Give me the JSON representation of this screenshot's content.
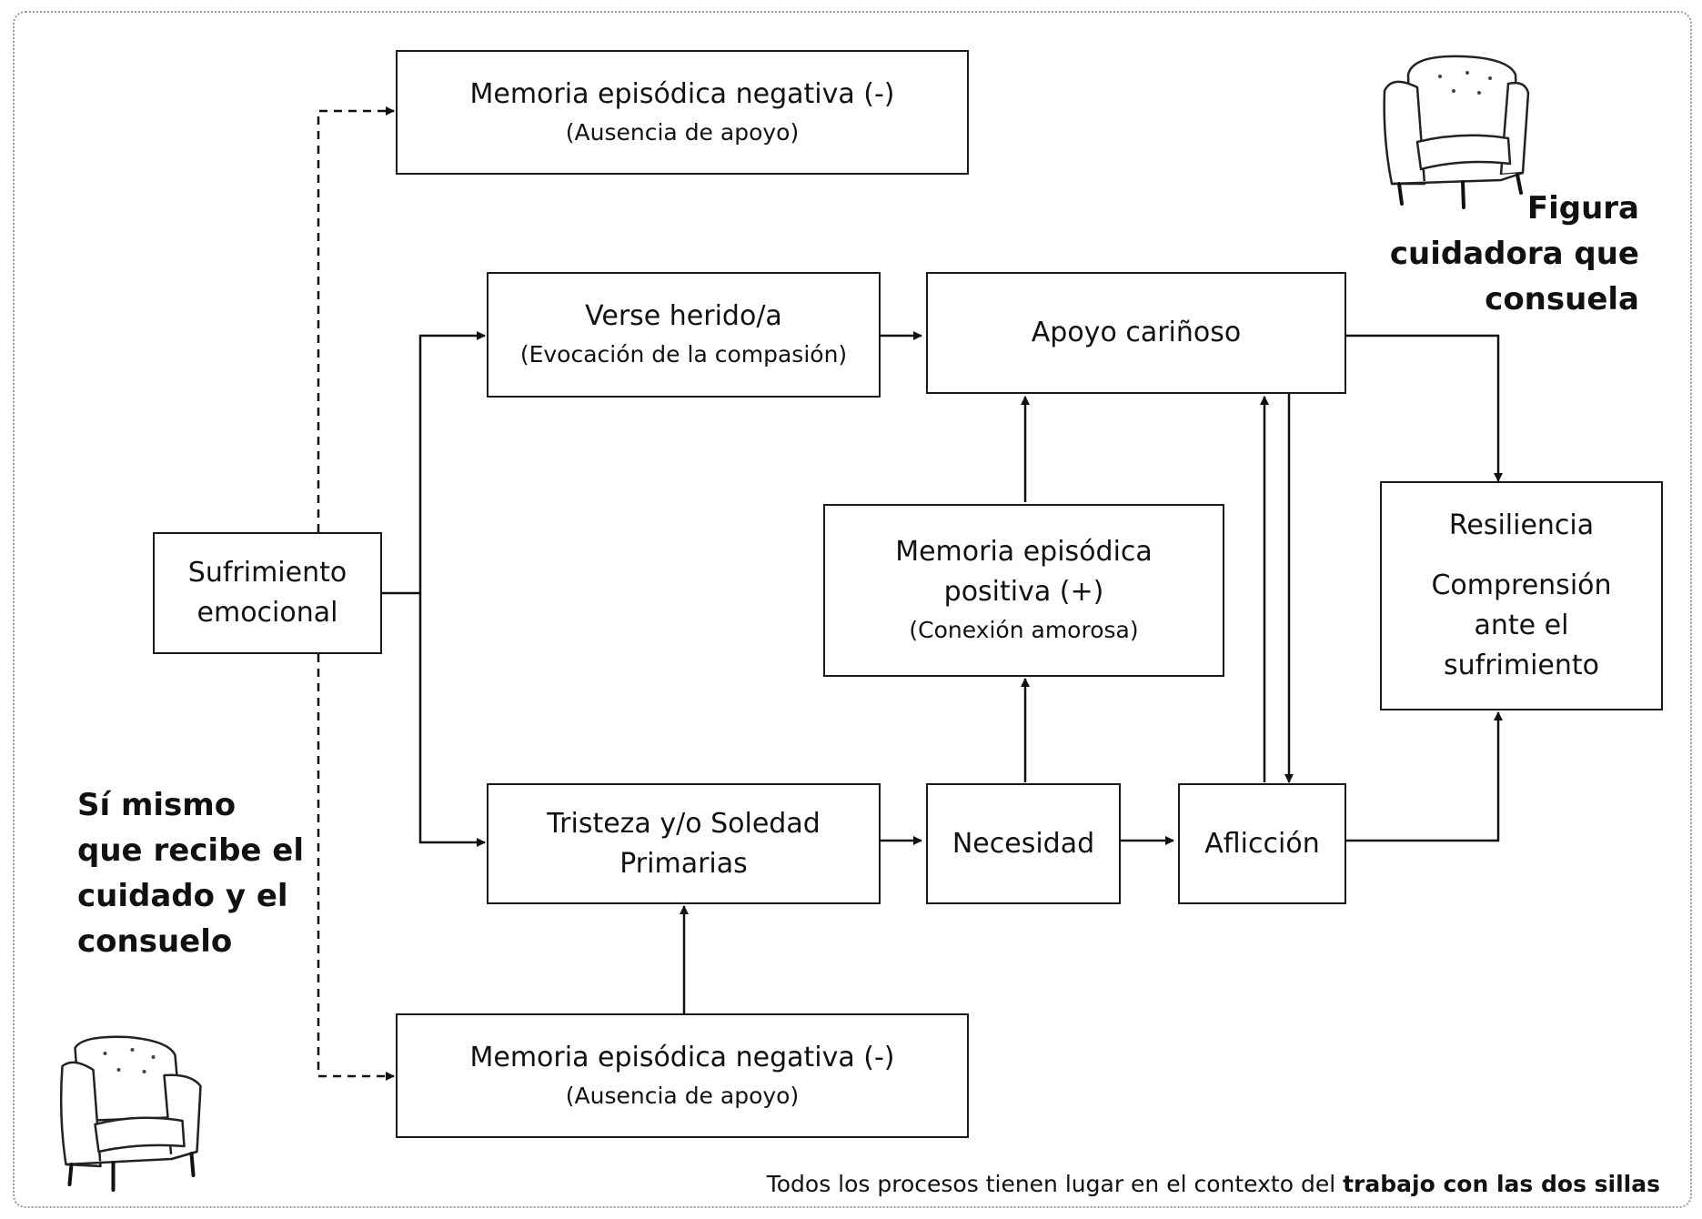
{
  "boxes": {
    "mem_neg_top": {
      "title": "Memoria episódica negativa (-)",
      "subtitle": "(Ausencia de apoyo)"
    },
    "verse": {
      "title": "Verse herido/a",
      "subtitle": "(Evocación de la compasión)"
    },
    "apoyo": {
      "title": "Apoyo cariñoso"
    },
    "sufrimiento": {
      "line1": "Sufrimiento",
      "line2": "emocional"
    },
    "mem_pos": {
      "line1": "Memoria episódica",
      "line2": "positiva (+)",
      "subtitle": "(Conexión amorosa)"
    },
    "resiliencia": {
      "title": "Resiliencia",
      "line1": "Comprensión",
      "line2": "ante el",
      "line3": "sufrimiento"
    },
    "tristeza": {
      "line1": "Tristeza y/o Soledad",
      "line2": "Primarias"
    },
    "necesidad": {
      "title": "Necesidad"
    },
    "afliccion": {
      "title": "Aflicción"
    },
    "mem_neg_bottom": {
      "title": "Memoria episódica negativa (-)",
      "subtitle": "(Ausencia de apoyo)"
    }
  },
  "roles": {
    "caregiver": [
      "Figura",
      "cuidadora que",
      "consuela"
    ],
    "self": [
      "Sí mismo",
      "que recibe el",
      "cuidado y el",
      "consuelo"
    ]
  },
  "footnote": {
    "normal": "Todos los procesos tienen lugar en el contexto del ",
    "bold": "trabajo con las dos sillas"
  },
  "icons": [
    "armchair-icon",
    "armchair-icon"
  ]
}
